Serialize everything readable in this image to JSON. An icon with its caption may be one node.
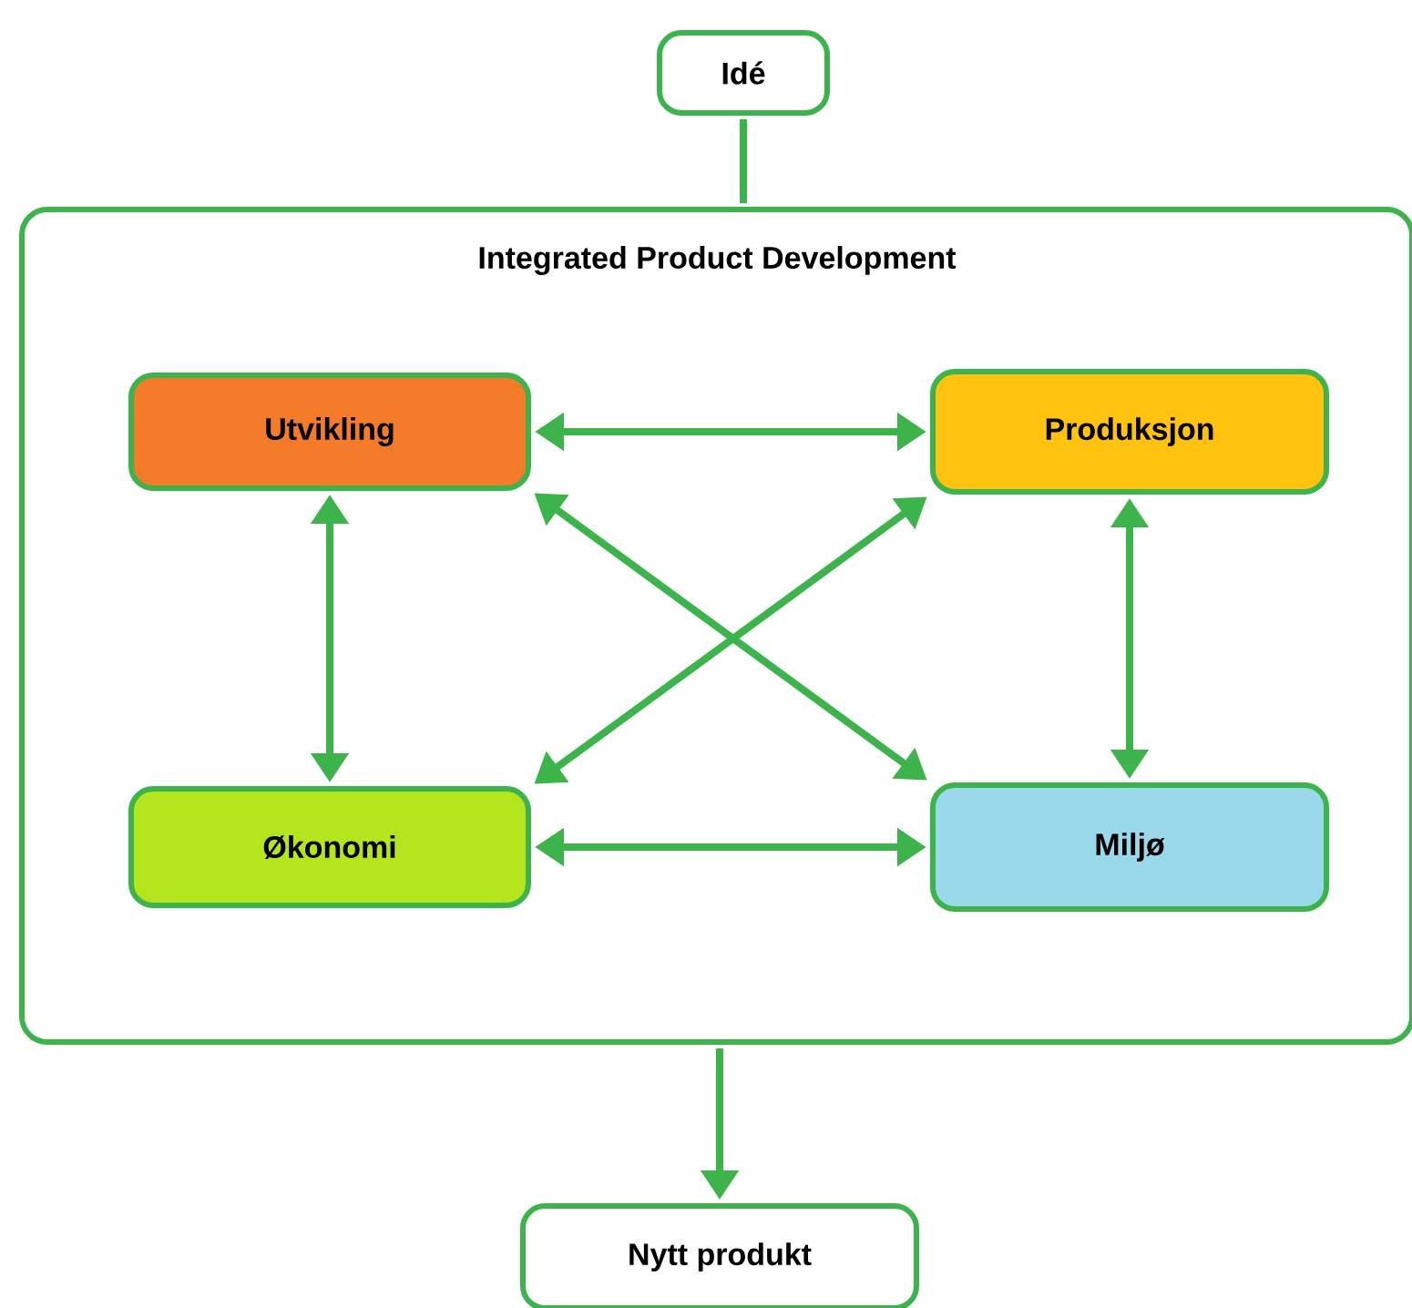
{
  "diagram": {
    "nodes": [
      {
        "text": [
          "Idé"
        ]
      },
      {
        "text": [
          "Integrated Product Development"
        ]
      },
      {
        "text": [
          "Utvikling"
        ],
        "in": 1
      },
      {
        "text": [
          "Produksjon"
        ],
        "in": 1
      },
      {
        "text": [
          "Økonomi"
        ],
        "in": 1
      },
      {
        "text": [
          "Miljø"
        ],
        "in": 1
      },
      {
        "text": [
          "Nytt produkt"
        ]
      }
    ],
    "edges": [
      {
        "from": 0,
        "to": 1,
        "arrow": "none"
      },
      {
        "from": 2,
        "to": 3,
        "arrow": "both"
      },
      {
        "from": 2,
        "to": 4,
        "arrow": "both"
      },
      {
        "from": 3,
        "to": 5,
        "arrow": "both"
      },
      {
        "from": 4,
        "to": 5,
        "arrow": "both"
      },
      {
        "from": 2,
        "to": 5,
        "arrow": "both"
      },
      {
        "from": 3,
        "to": 4,
        "arrow": "both"
      },
      {
        "from": 1,
        "to": 6,
        "arrow": "to"
      }
    ]
  }
}
